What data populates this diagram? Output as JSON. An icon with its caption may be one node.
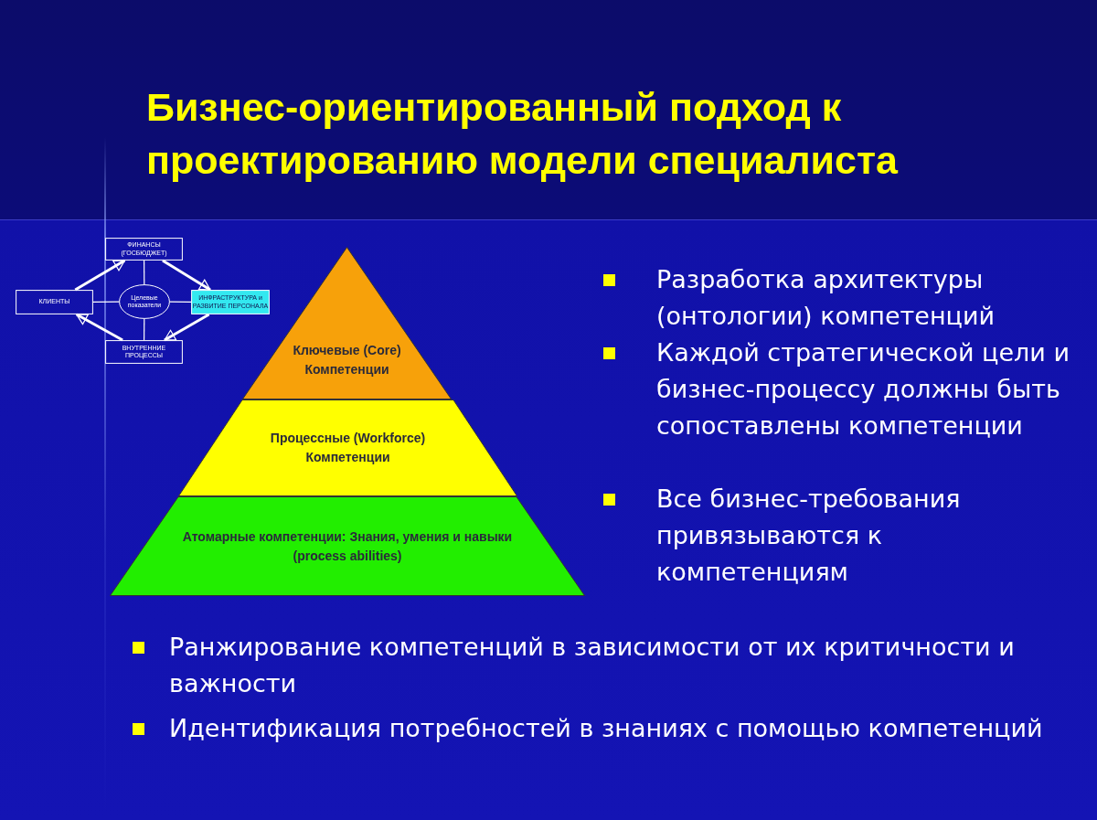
{
  "diagram": {
    "title": "Бизнес-ориентированный подход  к проектированию модели специалиста",
    "nodes": [
      {
        "text": [
          "ФИНАНСЫ (ГОСБЮДЖЕТ)"
        ]
      },
      {
        "text": [
          "КЛИЕНТЫ"
        ]
      },
      {
        "text": [
          "Целевые показатели"
        ]
      },
      {
        "text": [
          "ИНФРАСТРУКТУРА и РАЗВИТИЕ ПЕРСОНАЛА"
        ]
      },
      {
        "text": [
          "ВНУТРЕННИЕ ПРОЦЕССЫ"
        ]
      },
      {
        "text": [
          "Ключевые (Core) Компетенции"
        ]
      },
      {
        "text": [
          "Процессные (Workforce) Компетенции"
        ]
      },
      {
        "text": [
          "Атомарные компетенции: Знания, умения и навыки (process abilities)"
        ]
      }
    ],
    "edges": [
      {
        "from": 2,
        "to": 0,
        "arrow": "none"
      },
      {
        "from": 2,
        "to": 1,
        "arrow": "none"
      },
      {
        "from": 2,
        "to": 3,
        "arrow": "none"
      },
      {
        "from": 2,
        "to": 4,
        "arrow": "none"
      },
      {
        "from": 1,
        "to": 0,
        "arrow": "to",
        "style": "thick"
      },
      {
        "from": 0,
        "to": 3,
        "arrow": "to",
        "style": "thick"
      },
      {
        "from": 3,
        "to": 4,
        "arrow": "to",
        "style": "thick"
      },
      {
        "from": 4,
        "to": 1,
        "arrow": "to",
        "style": "thick"
      }
    ],
    "labels": [
      "Разработка архитектуры (онтологии) компетенций",
      "Каждой стратегической цели и бизнес-процессу должны быть сопоставлены компетенции",
      "Все бизнес-требования привязываются  к компетенциям",
      "Ранжирование компетенций в зависимости от их критичности и важности",
      "Идентификация потребностей в знаниях с помощью компетенций"
    ]
  }
}
